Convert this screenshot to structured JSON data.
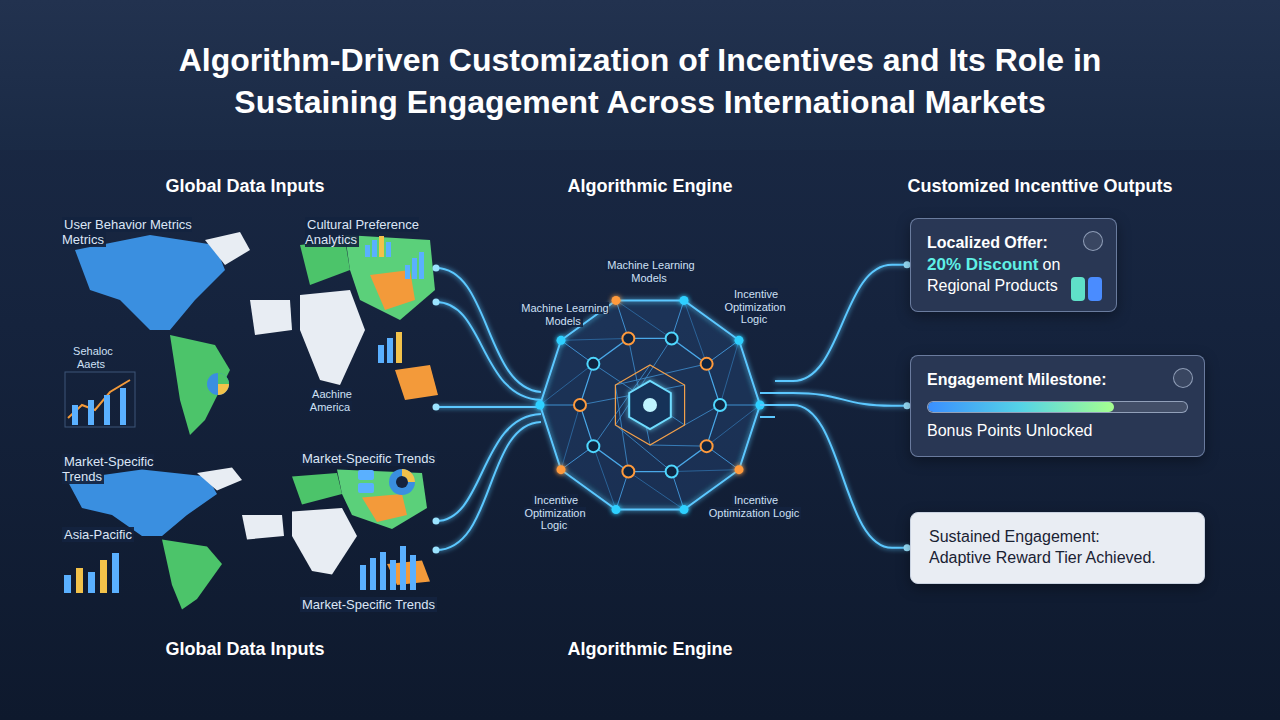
{
  "diagram": {
    "title": "Algorithm-Driven Customization of Incentives and Its Role in Sustaining Engagement Across International Markets",
    "nodes": [
      {
        "text": [
          "Machine Learning Models"
        ]
      },
      {
        "text": [
          "Localized Offer:",
          "20% Discount",
          "on Regional Products"
        ]
      },
      {
        "text": [
          "Engagement Milestone:",
          "Bonus Points Unlocked"
        ]
      },
      {
        "text": [
          "Sustained Engagement:",
          "Adaptive Reward Tier Achieved."
        ]
      }
    ],
    "edges": [
      {
        "from": 0,
        "to": 1,
        "arrow": "none"
      },
      {
        "from": 0,
        "to": 2,
        "arrow": "none"
      },
      {
        "from": 0,
        "to": 3,
        "arrow": "none"
      }
    ],
    "labels": [
      "Global Data Inputs",
      "Algorithmic Engine",
      "Customized Incenttive Outputs",
      "User Behavior Metrics Metrics",
      "Cultural Preference Analytics",
      "Sehaloc Aaets",
      "Aachine America",
      "Market-Specific Trends",
      "Market-Specific Trends",
      "Asia-Pacific",
      "Market-Specific Trends",
      "Machine Learning Models",
      "Incentive Optimization Logic",
      "Incentive Optimization Logic",
      "Incentive Optimization Logic",
      "Global Data Inputs",
      "Algorithmic Engine"
    ]
  }
}
